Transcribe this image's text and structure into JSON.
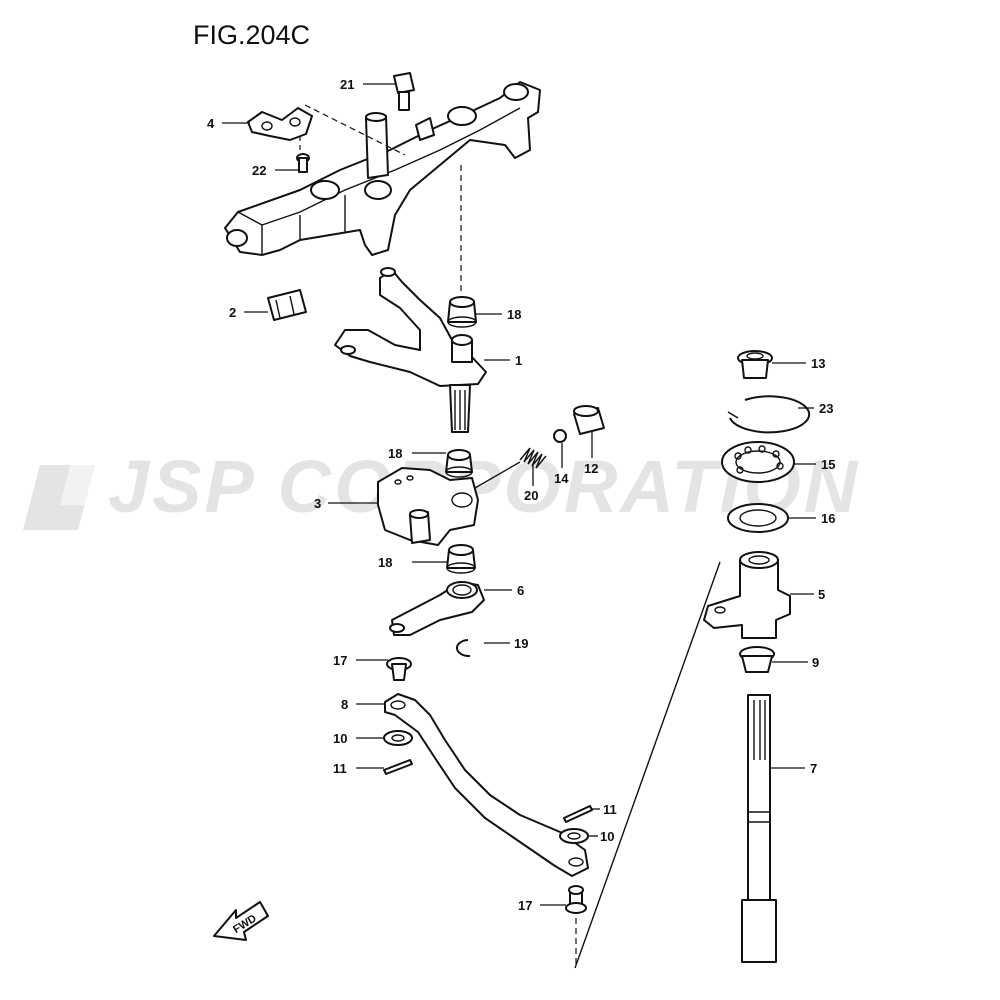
{
  "figure": {
    "title": "FIG.204C",
    "watermark": "JSP CORPORATION",
    "fwd_label": "FWD"
  },
  "callouts": {
    "p1": "1",
    "p2": "2",
    "p3": "3",
    "p4": "4",
    "p5": "5",
    "p6": "6",
    "p7": "7",
    "p8": "8",
    "p9": "9",
    "p10a": "10",
    "p10b": "10",
    "p11a": "11",
    "p11b": "11",
    "p12": "12",
    "p13": "13",
    "p14": "14",
    "p15": "15",
    "p16": "16",
    "p17a": "17",
    "p17b": "17",
    "p18a": "18",
    "p18b": "18",
    "p18c": "18",
    "p19": "19",
    "p20": "20",
    "p21": "21",
    "p22": "22",
    "p23": "23"
  }
}
